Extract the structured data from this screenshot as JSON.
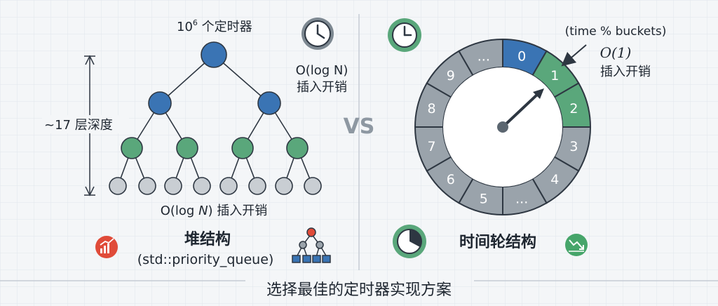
{
  "colors": {
    "background": "#f4f6f8",
    "grid": "#e1e6ec",
    "dark_blue": "#3a74b4",
    "green": "#5aa77b",
    "gray": "#9aa3ab",
    "leaf_gray": "#c9ced3",
    "stroke": "#2e3742",
    "icon_red": "#e04b39",
    "icon_green": "#46a56a",
    "clock_green": "#5aa77b",
    "vs_gray": "#8e98a2"
  },
  "heap": {
    "top_label_base": "10",
    "top_label_sup": "6",
    "top_label_rest": " 个定时器",
    "depth_label": "~17 层深度",
    "insert_cost_line1": "O(log N)",
    "insert_cost_line2": "插入开销",
    "bottom_cost_prefix": "O(log ",
    "bottom_cost_n": "N",
    "bottom_cost_suffix": ") 插入开销",
    "title": "堆结构",
    "subtitle": "(std::priority_queue)",
    "icons": [
      "chart-icon",
      "clock-icon",
      "tree-icon"
    ]
  },
  "vs_label": "VS",
  "wheel": {
    "formula": "(time % buckets)",
    "cost_line1": "O(1)",
    "cost_line2": "插入开销",
    "title": "时间轮结构",
    "buckets": [
      "0",
      "1",
      "2",
      "3",
      "4",
      "...",
      "5",
      "6",
      "7",
      "8",
      "9",
      "..."
    ],
    "highlighted_blue": [
      "0"
    ],
    "highlighted_green": [
      "1",
      "2"
    ],
    "icons": [
      "clock-icon",
      "timer-icon",
      "trend-down-icon"
    ]
  },
  "caption": "选择最佳的定时器实现方案"
}
